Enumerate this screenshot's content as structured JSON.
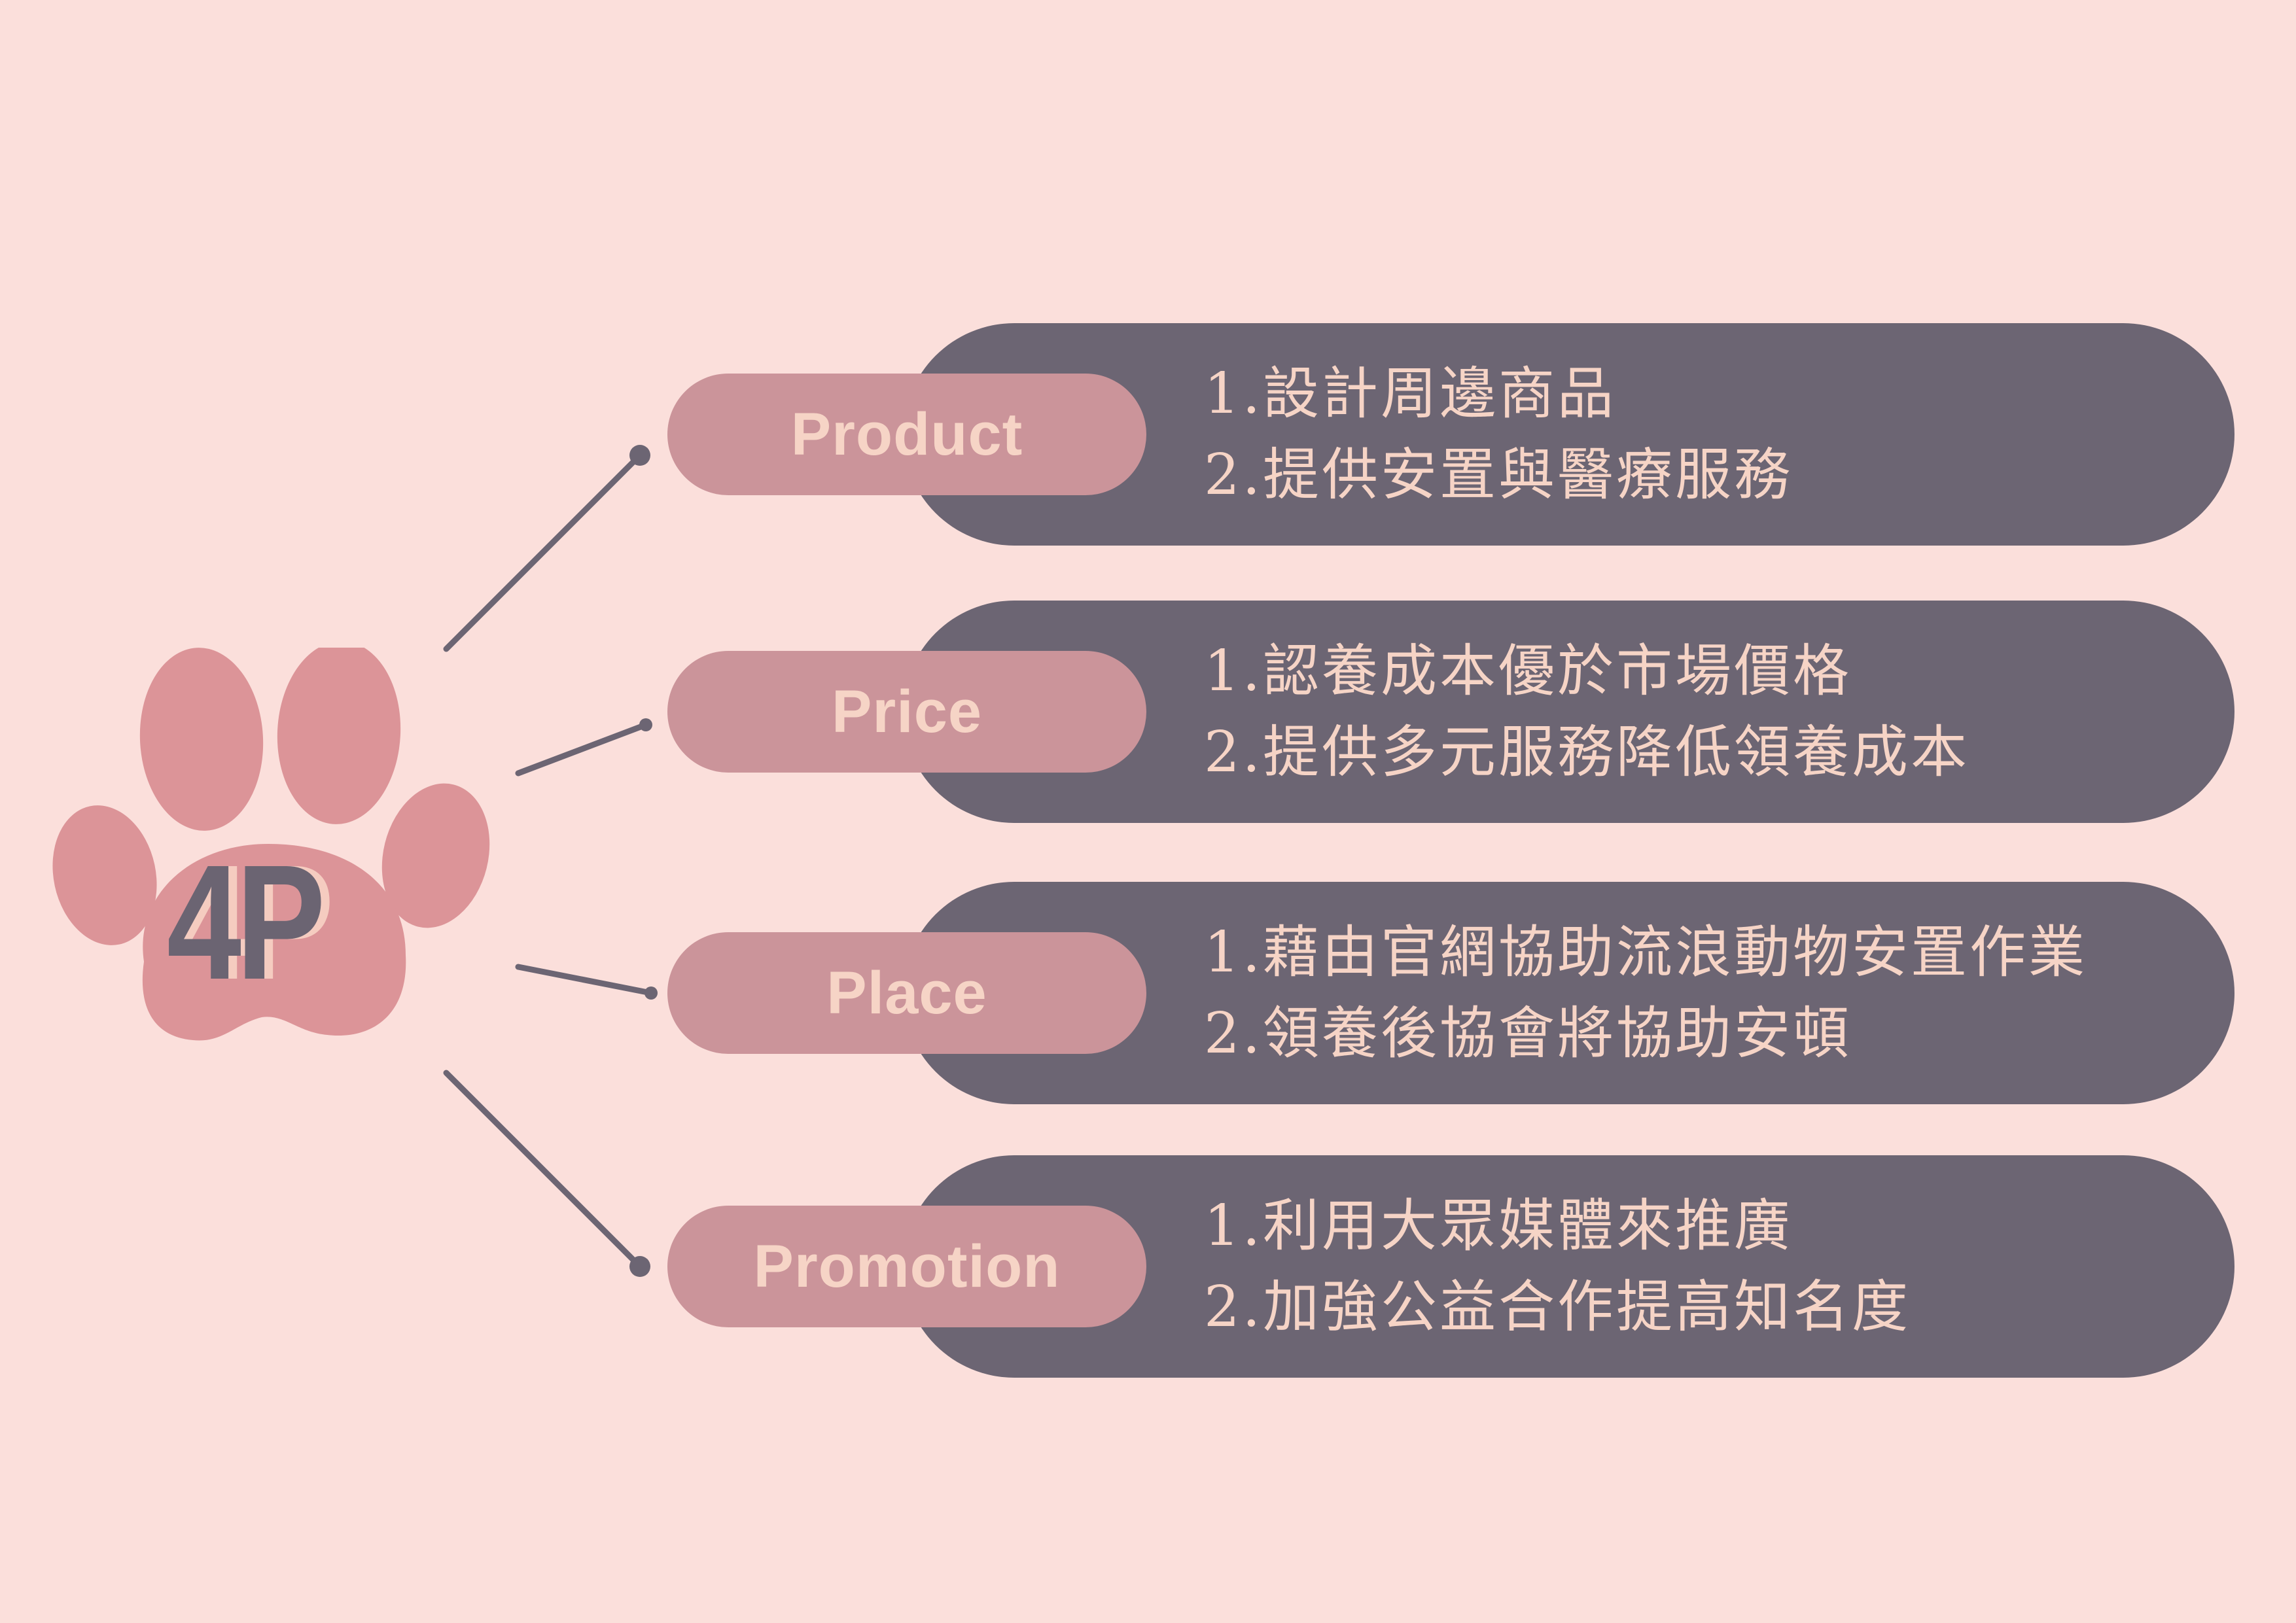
{
  "center": {
    "title": "4P"
  },
  "colors": {
    "background": "#fbdfdb",
    "paw": "#dc9498",
    "tag": "#cb949a",
    "panel": "#6c6573",
    "text_light": "#f6d4c6",
    "title_dark": "#6b6472"
  },
  "rows": [
    {
      "label": "Product",
      "items": [
        "1.設計周邊商品",
        "2.提供安置與醫療服務"
      ]
    },
    {
      "label": "Price",
      "items": [
        "1.認養成本優於市場價格",
        "2.提供多元服務降低領養成本"
      ]
    },
    {
      "label": "Place",
      "items": [
        "1.藉由官網協助流浪動物安置作業",
        "2.領養後協會將協助安頓"
      ]
    },
    {
      "label": "Promotion",
      "items": [
        "1.利用大眾媒體來推廣",
        "2.加強公益合作提高知名度"
      ]
    }
  ]
}
